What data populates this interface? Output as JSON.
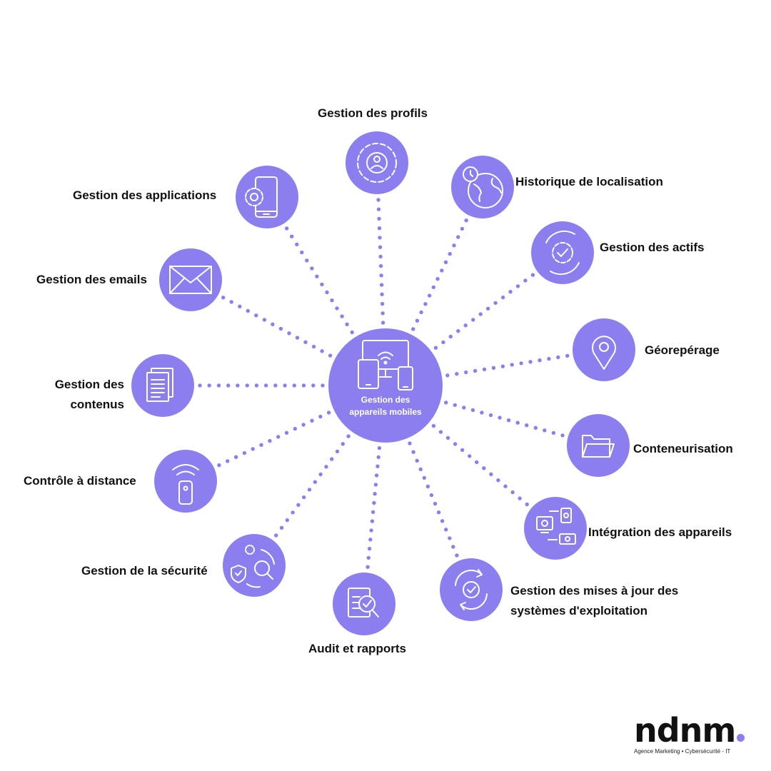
{
  "center": {
    "line1": "Gestion des",
    "line2": "appareils mobiles"
  },
  "nodes": {
    "profils": "Gestion des profils",
    "localisation": "Historique de localisation",
    "actifs": "Gestion des actifs",
    "georeperage": "Géorepérage",
    "conteneurisation": "Conteneurisation",
    "integration": "Intégration des appareils",
    "mises_a_jour_line1": "Gestion des mises à jour des",
    "mises_a_jour_line2": "systèmes d'exploitation",
    "audit": "Audit et rapports",
    "securite": "Gestion de la sécurité",
    "controle": "Contrôle à distance",
    "contenus_line1": "Gestion des",
    "contenus_line2": "contenus",
    "emails": "Gestion des emails",
    "applications": "Gestion des applications"
  },
  "icons": {
    "center": "devices-wifi-icon",
    "profils": "user-gear-icon",
    "localisation": "globe-clock-pin-icon",
    "actifs": "gear-check-cycle-icon",
    "georeperage": "map-pin-icon",
    "conteneurisation": "folder-icon",
    "integration": "devices-sync-icon",
    "mises_a_jour": "update-cycle-check-icon",
    "audit": "report-check-magnifier-icon",
    "securite": "shield-magnifier-icon",
    "controle": "remote-control-icon",
    "contenus": "documents-icon",
    "emails": "envelope-icon",
    "applications": "phone-gear-icon"
  },
  "logo": {
    "word": "ndnm",
    "tagline": "Agence Marketing • Cybersécurité - IT"
  },
  "colors": {
    "accent": "#8b7ff0",
    "text": "#111111",
    "background": "#ffffff"
  }
}
